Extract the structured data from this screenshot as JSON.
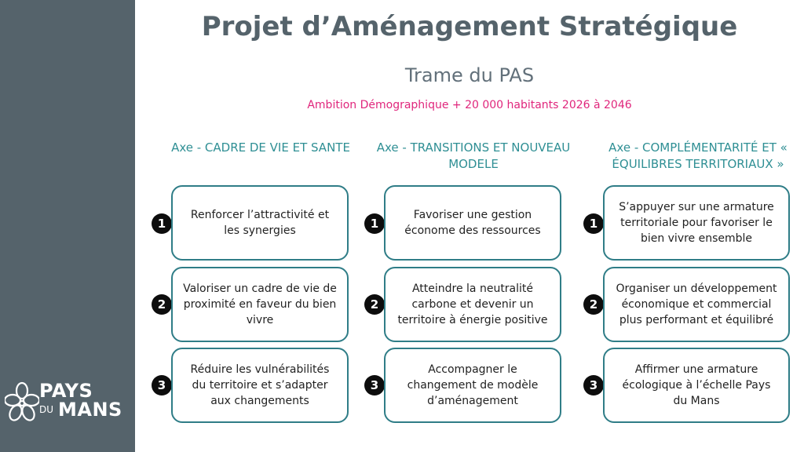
{
  "header": {
    "title": "Projet d’Aménagement Stratégique",
    "subtitle": "Trame du PAS",
    "ambition": "Ambition Démographique + 20 000 habitants 2026 à 2046"
  },
  "colors": {
    "sidebar": "#55636b",
    "accent_teal": "#2f8f94",
    "ambition_pink": "#e0267c",
    "card_border": "#2f7d87"
  },
  "logo": {
    "line1": "PAYS",
    "line2_small": "DU",
    "line2_big": "MANS",
    "icon": "flower-icon"
  },
  "columns": [
    {
      "heading": "Axe  - CADRE DE VIE ET SANTE",
      "items": [
        {
          "num": "1",
          "text": "Renforcer l’attractivité et les synergies"
        },
        {
          "num": "2",
          "text": "Valoriser un cadre de vie de proximité en faveur du bien vivre"
        },
        {
          "num": "3",
          "text": "Réduire les vulnérabilités du territoire et s’adapter aux changements"
        }
      ]
    },
    {
      "heading": "Axe  - TRANSITIONS ET NOUVEAU MODELE",
      "items": [
        {
          "num": "1",
          "text": "Favoriser une gestion économe des ressources"
        },
        {
          "num": "2",
          "text": "Atteindre la neutralité carbone et devenir un territoire à énergie positive"
        },
        {
          "num": "3",
          "text": "Accompagner le changement de modèle d’aménagement"
        }
      ]
    },
    {
      "heading": "Axe  - COMPLÉMENTARITÉ ET « ÉQUILIBRES TERRITORIAUX »",
      "items": [
        {
          "num": "1",
          "text": "S’appuyer sur une armature territoriale pour favoriser le bien vivre ensemble"
        },
        {
          "num": "2",
          "text": "Organiser un développement économique et commercial plus performant et équilibré"
        },
        {
          "num": "3",
          "text": "Affirmer une armature écologique à l’échelle Pays du Mans"
        }
      ]
    }
  ]
}
